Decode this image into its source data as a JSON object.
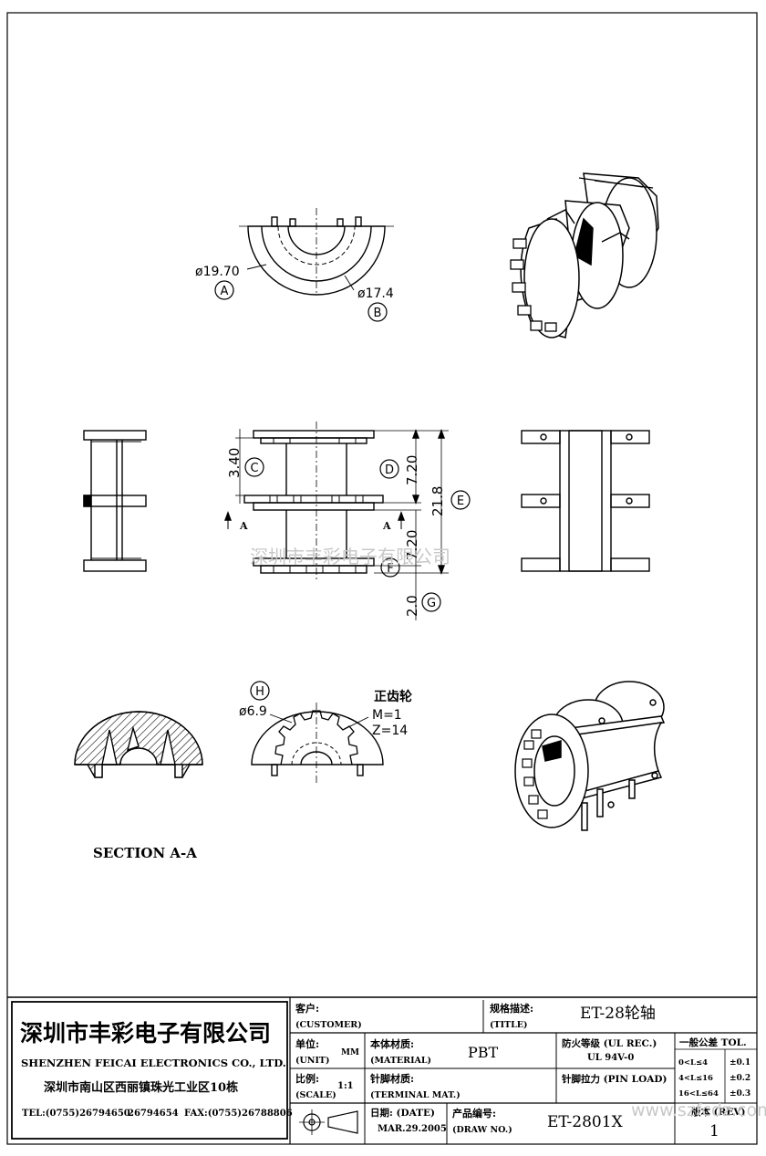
{
  "drawing": {
    "views": {
      "top_half": {
        "dia_a": "ø19.70",
        "dia_b": "ø17.4",
        "tag_a": "A",
        "tag_b": "B"
      },
      "front": {
        "dim_c": "3.40",
        "dim_d": "7.20",
        "dim_e": "21.8",
        "dim_f": "7.20",
        "dim_g": "2.0",
        "tag_c": "C",
        "tag_d": "D",
        "tag_e": "E",
        "tag_f": "F",
        "tag_g": "G",
        "section_mark_left": "A",
        "section_mark_right": "A"
      },
      "gear": {
        "tag_h": "H",
        "dia_h": "ø6.9",
        "gear_title": "正齿轮",
        "module": "M=1",
        "teeth": "Z=14"
      },
      "section_label": "SECTION A-A"
    },
    "watermark": "深圳市丰彩电子有限公司",
    "watermark_url": "www.szfcdz.com"
  },
  "title_block": {
    "company_cn": "深圳市丰彩电子有限公司",
    "company_en": "SHENZHEN FEICAI ELECTRONICS CO., LTD.",
    "address": "深圳市南山区西丽镇珠光工业区10栋",
    "tel_label": "TEL:(0755)26794650",
    "tel2": "26794654",
    "fax": "FAX:(0755)26788806",
    "customer_label": "客户:",
    "customer_en": "(CUSTOMER)",
    "title_label": "规格描述:",
    "title_en": "(TITLE)",
    "title_value": "ET-28轮轴",
    "unit_label": "单位:",
    "unit_en": "(UNIT)",
    "unit_value": "MM",
    "material_label": "本体材质:",
    "material_en": "(MATERIAL)",
    "material_value": "PBT",
    "flame_label": "防火等级 (UL REC.)",
    "flame_value": "UL 94V-0",
    "tol_label": "一般公差 TOL.",
    "tol_rows": [
      {
        "range": "0<L≤4",
        "tol": "±0.1"
      },
      {
        "range": "4<L≤16",
        "tol": "±0.2"
      },
      {
        "range": "16<L≤64",
        "tol": "±0.3"
      }
    ],
    "scale_label": "比例:",
    "scale_en": "(SCALE)",
    "scale_value": "1:1",
    "terminal_label": "针脚材质:",
    "terminal_en": "(TERMINAL MAT.)",
    "pinload_label": "针脚拉力 (PIN LOAD)",
    "date_label": "日期: (DATE)",
    "date_value": "MAR.29.2005",
    "drawno_label": "产品编号:",
    "drawno_en": "(DRAW NO.)",
    "drawno_value": "ET-2801X",
    "rev_label": "版本 (REV)",
    "rev_value": "1"
  }
}
